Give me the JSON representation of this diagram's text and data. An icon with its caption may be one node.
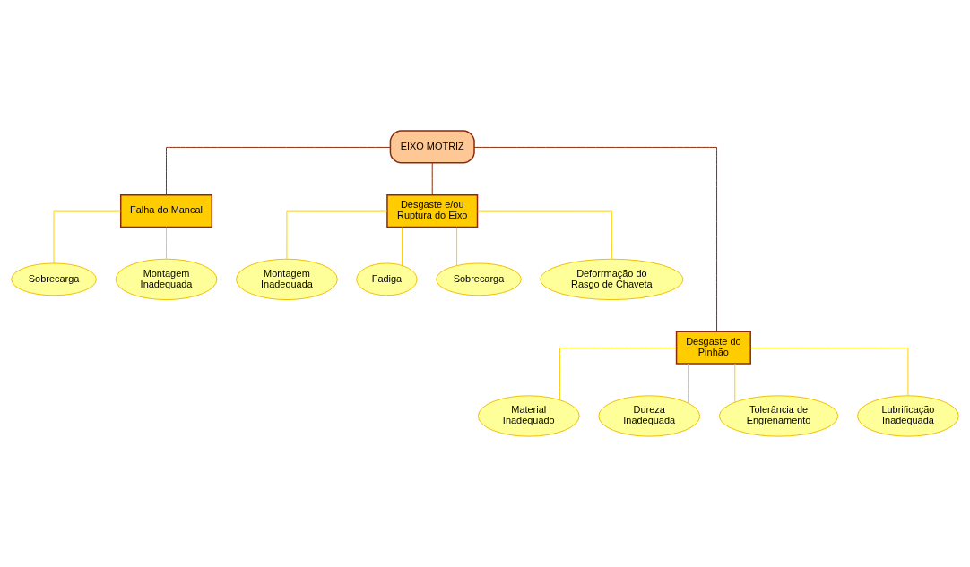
{
  "diagram": {
    "nodes": [
      {
        "text": [
          "EIXO MOTRIZ"
        ]
      },
      {
        "text": [
          "Falha do Mancal"
        ]
      },
      {
        "text": [
          "Desgaste e/ou Ruptura do Eixo"
        ]
      },
      {
        "text": [
          "Desgaste do Pinhão"
        ]
      },
      {
        "text": [
          "Sobrecarga"
        ]
      },
      {
        "text": [
          "Montagem Inadequada"
        ]
      },
      {
        "text": [
          "Montagem Inadequada"
        ]
      },
      {
        "text": [
          "Fadiga"
        ]
      },
      {
        "text": [
          "Sobrecarga"
        ]
      },
      {
        "text": [
          "Deforrmação do Rasgo de Chaveta"
        ]
      },
      {
        "text": [
          "Material Inadequado"
        ]
      },
      {
        "text": [
          "Dureza Inadequada"
        ]
      },
      {
        "text": [
          "Tolerância de Engrenamento"
        ]
      },
      {
        "text": [
          "Lubrificação Inadequada"
        ]
      }
    ],
    "edges": [
      {
        "from": 0,
        "to": 1,
        "arrow": "none",
        "color": "#8b2a0a"
      },
      {
        "from": 0,
        "to": 2,
        "arrow": "none",
        "color": "#8b2a0a"
      },
      {
        "from": 0,
        "to": 3,
        "arrow": "none",
        "color": "#8b2a0a"
      },
      {
        "from": 1,
        "to": 4,
        "arrow": "none"
      },
      {
        "from": 1,
        "to": 5,
        "arrow": "none"
      },
      {
        "from": 2,
        "to": 6,
        "arrow": "none"
      },
      {
        "from": 2,
        "to": 7,
        "arrow": "none"
      },
      {
        "from": 2,
        "to": 8,
        "arrow": "none"
      },
      {
        "from": 2,
        "to": 9,
        "arrow": "none"
      },
      {
        "from": 3,
        "to": 10,
        "arrow": "none"
      },
      {
        "from": 3,
        "to": 11,
        "arrow": "none"
      },
      {
        "from": 3,
        "to": 12,
        "arrow": "none"
      },
      {
        "from": 3,
        "to": 13,
        "arrow": "none"
      }
    ]
  }
}
